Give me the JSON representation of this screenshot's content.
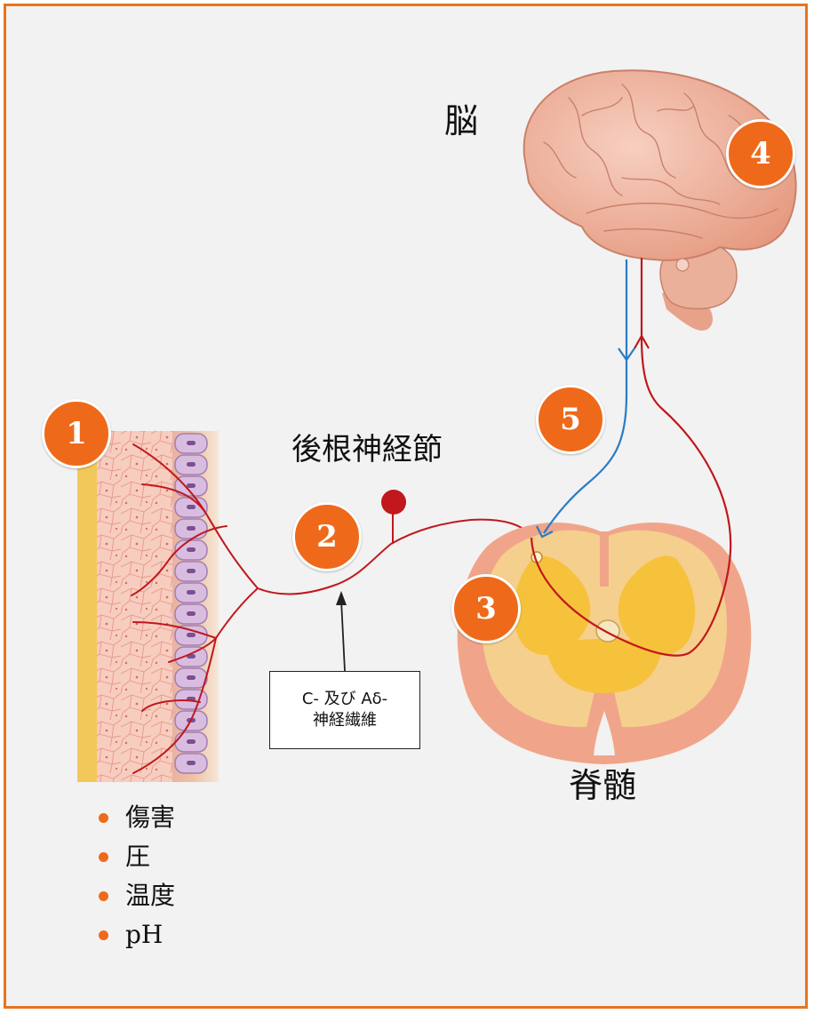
{
  "labels": {
    "brain": "脳",
    "ganglion": "後根神経節",
    "spinal_cord": "脊髄",
    "fiber_line1": "C- 及び Aδ-",
    "fiber_line2": "神経繊維"
  },
  "badges": [
    "1",
    "2",
    "3",
    "4",
    "5"
  ],
  "stimuli": [
    "傷害",
    "圧",
    "温度",
    "pH"
  ],
  "colors": {
    "frame": "#e8731f",
    "badge": "#ee6a1a",
    "afferent_nerve": "#c0181c",
    "descending_nerve": "#2a7bc4",
    "brain_tissue": "#eeaa90",
    "spinal_gray_matter": "#f6c23c"
  }
}
